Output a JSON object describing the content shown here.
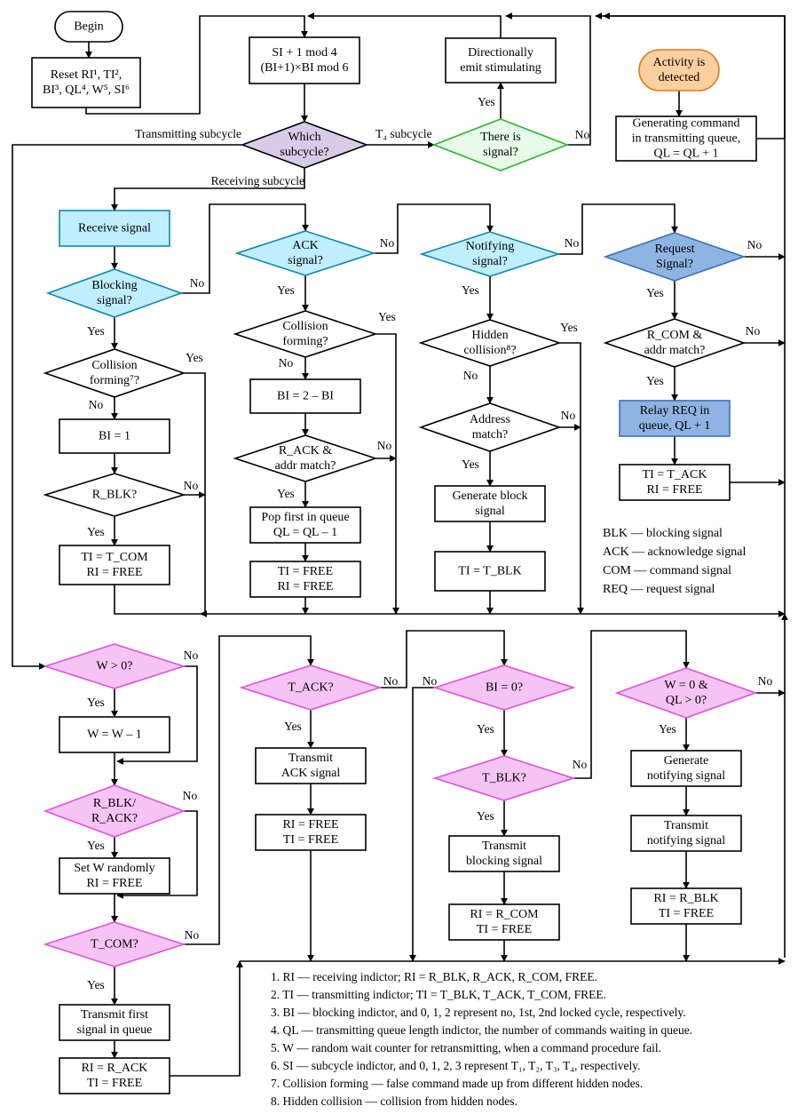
{
  "colors": {
    "line": "#000000",
    "pink_text": "#e0217a",
    "blue_text": "#1a7fe0",
    "green_text": "#2aa52a",
    "legend_green": "#2a9a2a",
    "note_red": "#a8174a",
    "purple_fill": "#d8cbe8",
    "green_fill": "#e8fbe8",
    "cyan_fill": "#bfeeff",
    "blue_fill": "#8fb3e2",
    "pink_fill": "#f6c4f4",
    "orange_fill": "#fbcf9f"
  },
  "nodes": {
    "begin": [
      "Begin"
    ],
    "reset": [
      "Reset RI¹, TI²,",
      "BI³, QL⁴, W⁵, SI⁶"
    ],
    "si_update": [
      "SI + 1 mod 4",
      "(BI+1)×BI mod 6"
    ],
    "emit": [
      "Directionally",
      "emit stimulating"
    ],
    "activity": [
      "Activity is",
      "detected"
    ],
    "generate_cmd": [
      "Generating command",
      "in transmitting queue,",
      "QL = QL + 1"
    ],
    "which": [
      "Which",
      "subcycle?"
    ],
    "signal": [
      "There is",
      "signal?"
    ],
    "receive": [
      "Receive signal"
    ],
    "blocking": [
      "Blocking",
      "signal?"
    ],
    "collision1": [
      "Collision",
      "forming⁷?"
    ],
    "bi1": [
      "BI = 1"
    ],
    "rblk": [
      "R_BLK?"
    ],
    "ti_tcom": [
      "TI = T_COM",
      "RI = FREE"
    ],
    "ack": [
      "ACK",
      "signal?"
    ],
    "collision2": [
      "Collision",
      "forming?"
    ],
    "bi2": [
      "BI = 2 – BI"
    ],
    "rack": [
      "R_ACK &",
      "addr match?"
    ],
    "pop": [
      "Pop first in queue",
      "QL = QL – 1"
    ],
    "ti_free1": [
      "TI = FREE",
      "RI = FREE"
    ],
    "notify": [
      "Notifying",
      "signal?"
    ],
    "hidden": [
      "Hidden",
      "collision⁸?"
    ],
    "addr": [
      "Address",
      "match?"
    ],
    "genblk": [
      "Generate block",
      "signal"
    ],
    "ti_tblk": [
      "TI = T_BLK"
    ],
    "request": [
      "Request",
      "Signal?"
    ],
    "rcom": [
      "R_COM &",
      "addr match?"
    ],
    "relay": [
      "Relay REQ in",
      "queue, QL + 1"
    ],
    "ti_tack": [
      "TI = T_ACK",
      "RI = FREE"
    ],
    "w0": [
      "W > 0?"
    ],
    "wdec": [
      "W = W – 1"
    ],
    "rblkrack": [
      "R_BLK/",
      "R_ACK?"
    ],
    "setw": [
      "Set W randomly",
      "RI = FREE"
    ],
    "tcom": [
      "T_COM?"
    ],
    "transfirst": [
      "Transmit first",
      "signal in queue"
    ],
    "ri_rack": [
      "RI = R_ACK",
      "TI = FREE"
    ],
    "tack": [
      "T_ACK?"
    ],
    "transack": [
      "Transmit",
      "ACK signal"
    ],
    "ri_free": [
      "RI = FREE",
      "TI = FREE"
    ],
    "bi0": [
      "BI = 0?"
    ],
    "tblk": [
      "T_BLK?"
    ],
    "transblk": [
      "Transmit",
      "blocking signal"
    ],
    "ri_rcom": [
      "RI = R_COM",
      "TI = FREE"
    ],
    "wql": [
      "W = 0 &",
      "QL > 0?"
    ],
    "gennotify": [
      "Generate",
      "notifying signal"
    ],
    "transnotify": [
      "Transmit",
      "notifying signal"
    ],
    "ri_rblk": [
      "RI = R_BLK",
      "TI = FREE"
    ]
  },
  "edge_labels": {
    "yes": "Yes",
    "no": "No",
    "transmitting_subcycle": "Transmitting subcycle",
    "t4_subcycle": "T₄ subcycle",
    "receiving_subcycle": "Receiving subcycle"
  },
  "legend": [
    "BLK –– blocking signal",
    "ACK –– acknowledge signal",
    "COM –– command signal",
    "REQ –– request signal"
  ],
  "notes": [
    "1. RI — receiving indictor; RI = R_BLK, R_ACK, R_COM, FREE.",
    "2. TI — transmitting indictor; TI = T_BLK, T_ACK, T_COM, FREE.",
    "3. BI — blocking indictor, and 0, 1, 2 represent no, 1st, 2nd locked cycle, respectively.",
    "4. QL –– transmitting queue length indictor, the number of commands waiting in queue.",
    "5. W — random wait counter for retransmitting, when a command procedure fail.",
    "6. SI — subcycle indictor, and 0, 1, 2, 3 represent T₁, T₂, T₃, T₄, respectively.",
    "7. Collision forming — false command made up from different hidden nodes.",
    "8. Hidden collision —  collision from hidden nodes."
  ]
}
